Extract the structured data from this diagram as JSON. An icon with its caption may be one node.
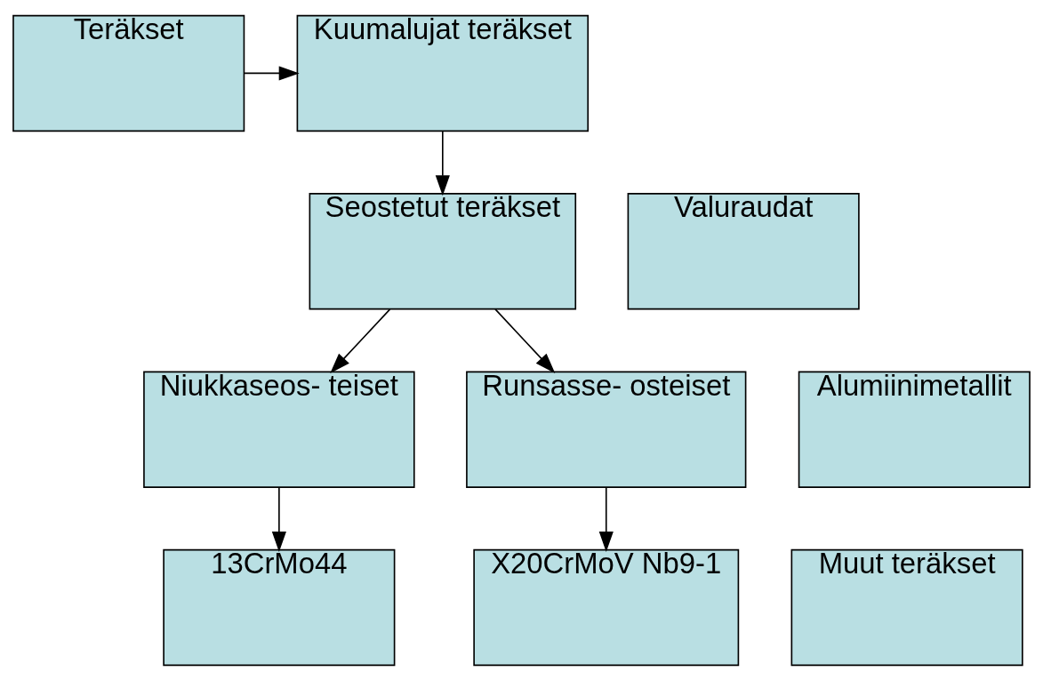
{
  "diagram": {
    "nodes": [
      {
        "text": [
          "Teräkset"
        ]
      },
      {
        "text": [
          "Valuraudat"
        ]
      },
      {
        "text": [
          "Alumiinimetallit"
        ]
      },
      {
        "text": [
          "Muut teräkset"
        ]
      },
      {
        "text": [
          "Kuumalujat teräkset"
        ]
      },
      {
        "text": [
          "Seostetut teräkset"
        ]
      },
      {
        "text": [
          "Niukkaseos- teiset"
        ]
      },
      {
        "text": [
          "Runsasse- osteiset"
        ]
      },
      {
        "text": [
          "13CrMo44"
        ]
      },
      {
        "text": [
          "X20CrMoV Nb9-1"
        ]
      }
    ],
    "edges": [
      {
        "from": 0,
        "to": 4,
        "arrow": "to"
      },
      {
        "from": 4,
        "to": 5,
        "arrow": "to"
      },
      {
        "from": 5,
        "to": 6,
        "arrow": "to"
      },
      {
        "from": 5,
        "to": 7,
        "arrow": "to"
      },
      {
        "from": 6,
        "to": 8,
        "arrow": "to"
      },
      {
        "from": 7,
        "to": 9,
        "arrow": "to"
      }
    ]
  }
}
